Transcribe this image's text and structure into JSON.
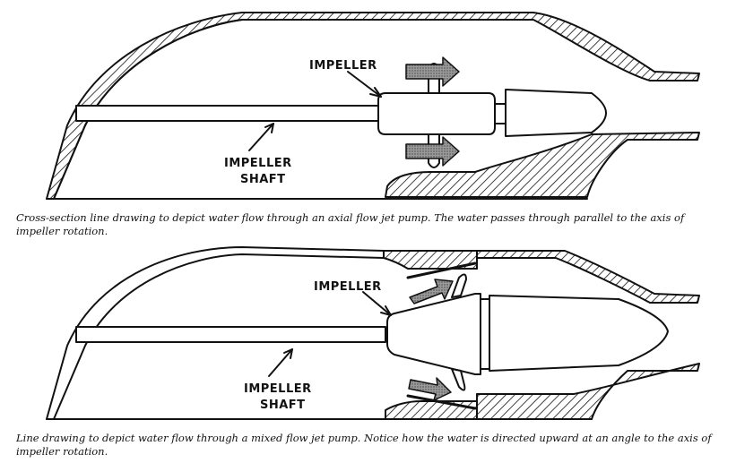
{
  "figures": [
    {
      "type": "axial",
      "impeller_label": "IMPELLER",
      "shaft_label_line1": "IMPELLER",
      "shaft_label_line2": "SHAFT",
      "caption": "Cross-section line drawing to depict water flow through an axial flow jet pump.  The water passes through parallel to the axis of impeller rotation."
    },
    {
      "type": "mixed",
      "impeller_label": "IMPELLER",
      "shaft_label_line1": "IMPELLER",
      "shaft_label_line2": "SHAFT",
      "caption": "Line drawing to depict water flow through a mixed flow jet pump.  Notice how the water is directed upward at an angle to the axis of impeller rotation."
    }
  ]
}
